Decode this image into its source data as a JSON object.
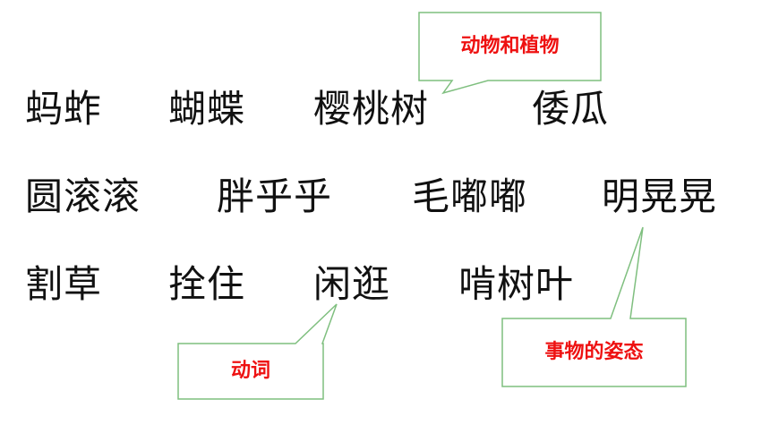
{
  "rows": [
    [
      "蚂蚱",
      "蝴蝶",
      "樱桃树",
      "倭瓜"
    ],
    [
      "圆滚滚",
      "胖乎乎",
      "毛嘟嘟",
      "明晃晃"
    ],
    [
      "割草",
      "拴住",
      "闲逛",
      "啃树叶"
    ]
  ],
  "callouts": {
    "animals_plants": "动物和植物",
    "states": "事物的姿态",
    "verbs": "动词"
  },
  "colors": {
    "callout_border": "#7fbf7f",
    "callout_text": "#ee1111",
    "word_text": "#111111"
  }
}
